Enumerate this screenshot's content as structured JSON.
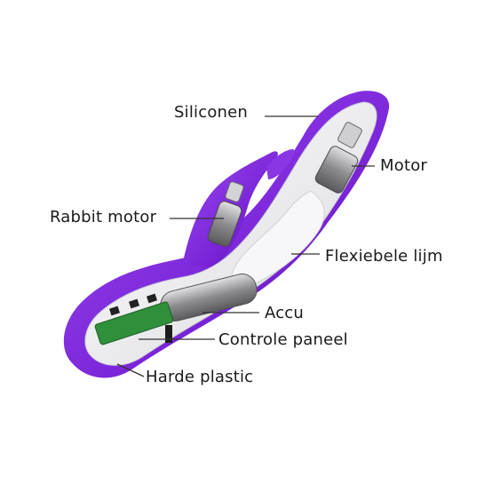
{
  "labels": {
    "siliconen": "Siliconen",
    "motor": "Motor",
    "rabbit_motor": "Rabbit motor",
    "flexiebele_lijm": "Flexiebele lijm",
    "accu": "Accu",
    "controle_paneel": "Controle paneel",
    "harde_plastic": "Harde plastic"
  },
  "colors": {
    "silicone": "#7a24d8",
    "silicone_dark": "#4e0fa0",
    "silicone_light": "#9a4cf0",
    "inner_white": "#f2f2f4",
    "metal": "#9a9a9c",
    "pcb": "#2f8f3a",
    "leader_line": "#333333"
  }
}
